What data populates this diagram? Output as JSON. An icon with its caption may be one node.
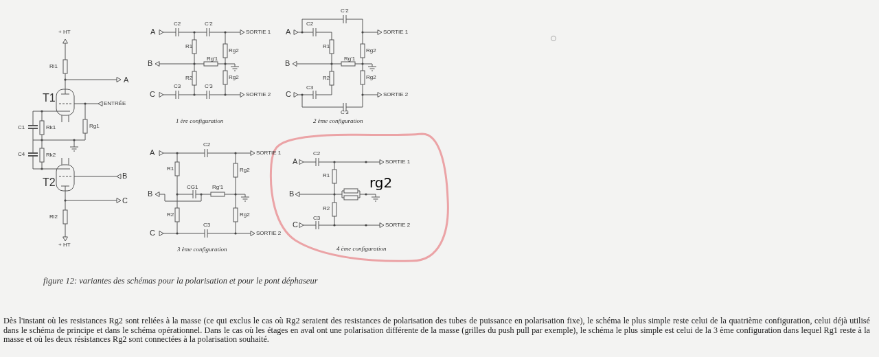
{
  "diagram": {
    "caption": "figure 12: variantes des schémas pour la polarisation et pour le pont déphaseur",
    "labels": [
      "+ HT",
      "Rl1",
      "A",
      "T1",
      "ENTRÉE",
      "C1",
      "Rk1",
      "Rg1",
      "C4",
      "Rk2",
      "T2",
      "B",
      "C",
      "Rl2",
      "+ HT",
      "A",
      "C2",
      "C'2",
      "SORTIE 1",
      "R1",
      "Rg2",
      "B",
      "Rg'1",
      "R2",
      "Rg2",
      "C3",
      "C'3",
      "C",
      "SORTIE 2",
      "1 ère configuration",
      "C'2",
      "A",
      "C2",
      "SORTIE 1",
      "R1",
      "Rg2",
      "B",
      "Rg'1",
      "R2",
      "Rg2",
      "C3",
      "C",
      "SORTIE 2",
      "C'3",
      "2 ème configuration",
      "C2",
      "A",
      "SORTIE 1",
      "R1",
      "Rg2",
      "CG1",
      "Rg'1",
      "B",
      "R2",
      "Rg2",
      "C3",
      "C",
      "SORTIE 2",
      "3 ème configuration",
      "C2",
      "A",
      "SORTIE 1",
      "R1",
      "B",
      "rg2",
      "R2",
      "C3",
      "C",
      "SORTIE 2",
      "4 ème configuration",
      "Dès l'instant où les resistances Rg2 sont reliées à la masse (ce qui exclus le cas où Rg2 seraient des resistances de polarisation des tubes de puissance en polarisation fixe), le schéma le plus simple reste celui de la quatrième configuration, celui déjà utilisé dans le schéma de principe et dans le schéma opérationnel. Dans le cas où les étages en aval ont une polarisation différente de la masse (grilles du push pull par exemple), le schéma le plus simple est celui de la 3 ème configuration dans lequel Rg1 reste à la masse et où les deux résistances Rg2 sont connectées à la polarisation souhaité."
    ]
  }
}
